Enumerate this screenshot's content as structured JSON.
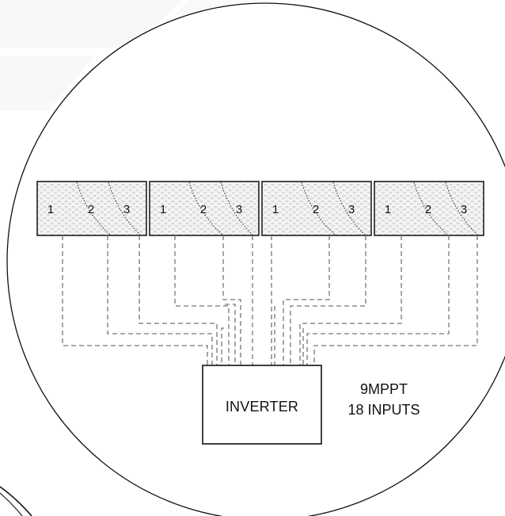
{
  "diagram": {
    "inverter_label": "INVERTER",
    "spec_line1": "9MPPT",
    "spec_line2": "18 INPUTS",
    "panels": [
      {
        "zones": [
          "1",
          "2",
          "3"
        ]
      },
      {
        "zones": [
          "1",
          "2",
          "3"
        ]
      },
      {
        "zones": [
          "1",
          "2",
          "3"
        ]
      },
      {
        "zones": [
          "1",
          "2",
          "3"
        ]
      }
    ]
  }
}
